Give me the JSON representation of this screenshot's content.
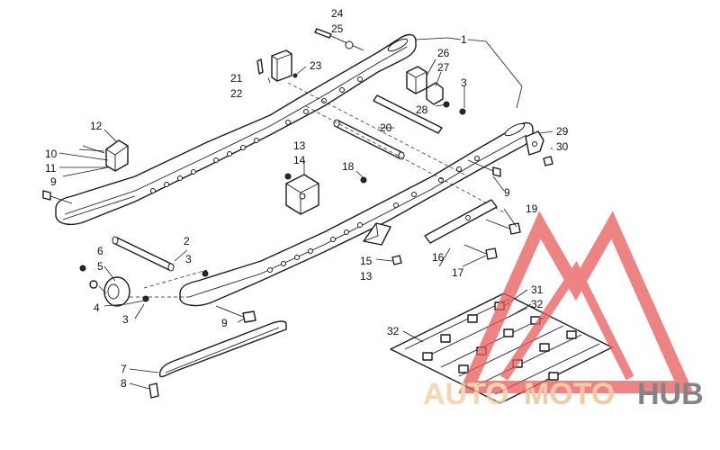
{
  "callouts": [
    {
      "id": "c24",
      "text": "24"
    },
    {
      "id": "c25",
      "text": "25"
    },
    {
      "id": "c1",
      "text": "1"
    },
    {
      "id": "c26",
      "text": "26"
    },
    {
      "id": "c27",
      "text": "27"
    },
    {
      "id": "c3a",
      "text": "3"
    },
    {
      "id": "c21",
      "text": "21"
    },
    {
      "id": "c23",
      "text": "23"
    },
    {
      "id": "c22",
      "text": "22"
    },
    {
      "id": "c28",
      "text": "28"
    },
    {
      "id": "c12",
      "text": "12"
    },
    {
      "id": "c20",
      "text": "20"
    },
    {
      "id": "c29",
      "text": "29"
    },
    {
      "id": "c30",
      "text": "30"
    },
    {
      "id": "c10",
      "text": "10"
    },
    {
      "id": "c11",
      "text": "11"
    },
    {
      "id": "c13a",
      "text": "13"
    },
    {
      "id": "c14",
      "text": "14"
    },
    {
      "id": "c18",
      "text": "18"
    },
    {
      "id": "c9a",
      "text": "9"
    },
    {
      "id": "c9b",
      "text": "9"
    },
    {
      "id": "c19",
      "text": "19"
    },
    {
      "id": "c2",
      "text": "2"
    },
    {
      "id": "c6",
      "text": "6"
    },
    {
      "id": "c3b",
      "text": "3"
    },
    {
      "id": "c5",
      "text": "5"
    },
    {
      "id": "c15",
      "text": "15"
    },
    {
      "id": "c16",
      "text": "16"
    },
    {
      "id": "c13b",
      "text": "13"
    },
    {
      "id": "c17",
      "text": "17"
    },
    {
      "id": "c4",
      "text": "4"
    },
    {
      "id": "c3c",
      "text": "3"
    },
    {
      "id": "c9c",
      "text": "9"
    },
    {
      "id": "c31",
      "text": "31"
    },
    {
      "id": "c32a",
      "text": "32"
    },
    {
      "id": "c32b",
      "text": "32"
    },
    {
      "id": "c7",
      "text": "7"
    },
    {
      "id": "c8",
      "text": "8"
    }
  ],
  "watermark": {
    "part1": "AUTO",
    "part2": "MOTO",
    "part3": "HUB",
    "color_light": "#f5c89a",
    "color_mid": "#f0b98a",
    "color_dark": "#5c5c5c",
    "logo_color": "#e85a5a"
  }
}
